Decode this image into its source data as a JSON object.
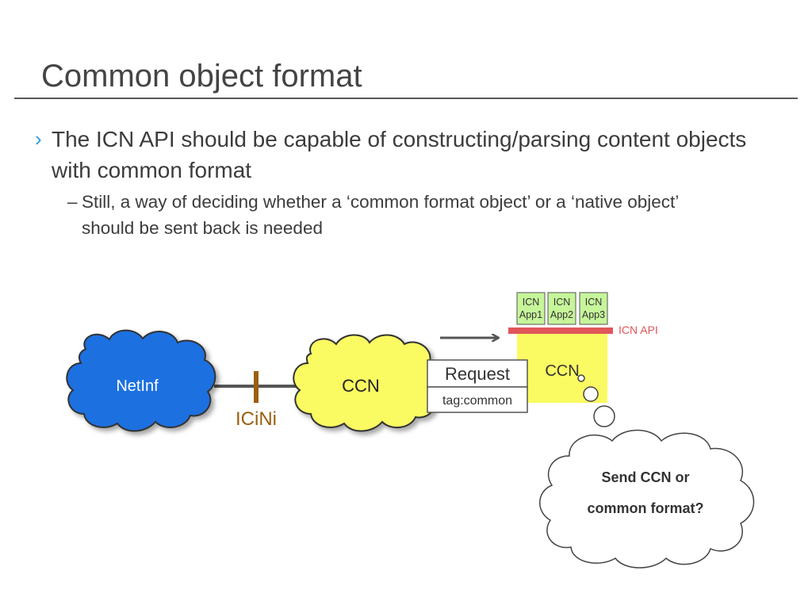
{
  "slide": {
    "title": "Common object format",
    "bullets": [
      {
        "marker": "›",
        "text": "The ICN API should be capable of constructing/parsing content objects with common format",
        "sub": [
          {
            "marker": "–",
            "text": "Still, a way of deciding whether a ‘common format object’ or a ‘native object’ should be sent back is needed"
          }
        ]
      }
    ]
  },
  "diagram": {
    "netinf_cloud": {
      "label": "NetInf",
      "fill": "#1a6fe0"
    },
    "icini_link": {
      "label": "ICiNi",
      "color": "#9a5f10"
    },
    "ccn_cloud": {
      "label": "CCN",
      "fill": "#fafa62"
    },
    "request_box": {
      "title": "Request",
      "tag": "tag:common"
    },
    "ccn_node": {
      "label": "CCN",
      "fill": "#fafa62"
    },
    "icn_api": {
      "label": "ICN API",
      "color": "#e0575a"
    },
    "apps": [
      {
        "line1": "ICN",
        "line2": "App1"
      },
      {
        "line1": "ICN",
        "line2": "App2"
      },
      {
        "line1": "ICN",
        "line2": "App3"
      }
    ],
    "app_fill": "#c6f59a",
    "thought": {
      "line1": "Send CCN or",
      "line2": "common format?"
    }
  }
}
